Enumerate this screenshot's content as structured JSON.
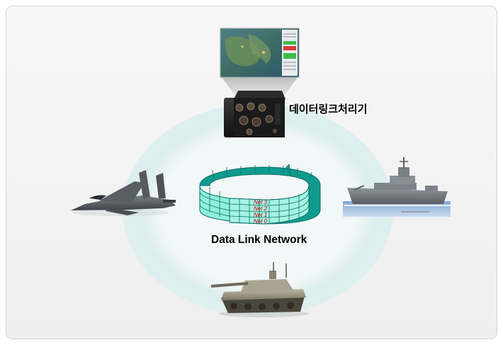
{
  "nodes": {
    "processor": {
      "label": "데이터링크처리기"
    },
    "network": {
      "label": "Data Link Network",
      "nets": [
        "Net 3",
        "Net 2",
        "Net 1",
        "Net 0"
      ]
    }
  },
  "icons": {
    "monitor": "tactical-map-screen-icon",
    "processor": "data-link-processor-unit-icon",
    "aircraft": "fighter-jet-icon",
    "ship": "destroyer-ship-icon",
    "tank": "battle-tank-icon"
  },
  "colors": {
    "ring": "#dfeeee",
    "ring_band": "#0f9b8e",
    "ring_band_light": "#8ff0dc",
    "net_text": "#c00000",
    "map_sea": "#3f6f7a",
    "hardware": "#1c1c1c"
  }
}
